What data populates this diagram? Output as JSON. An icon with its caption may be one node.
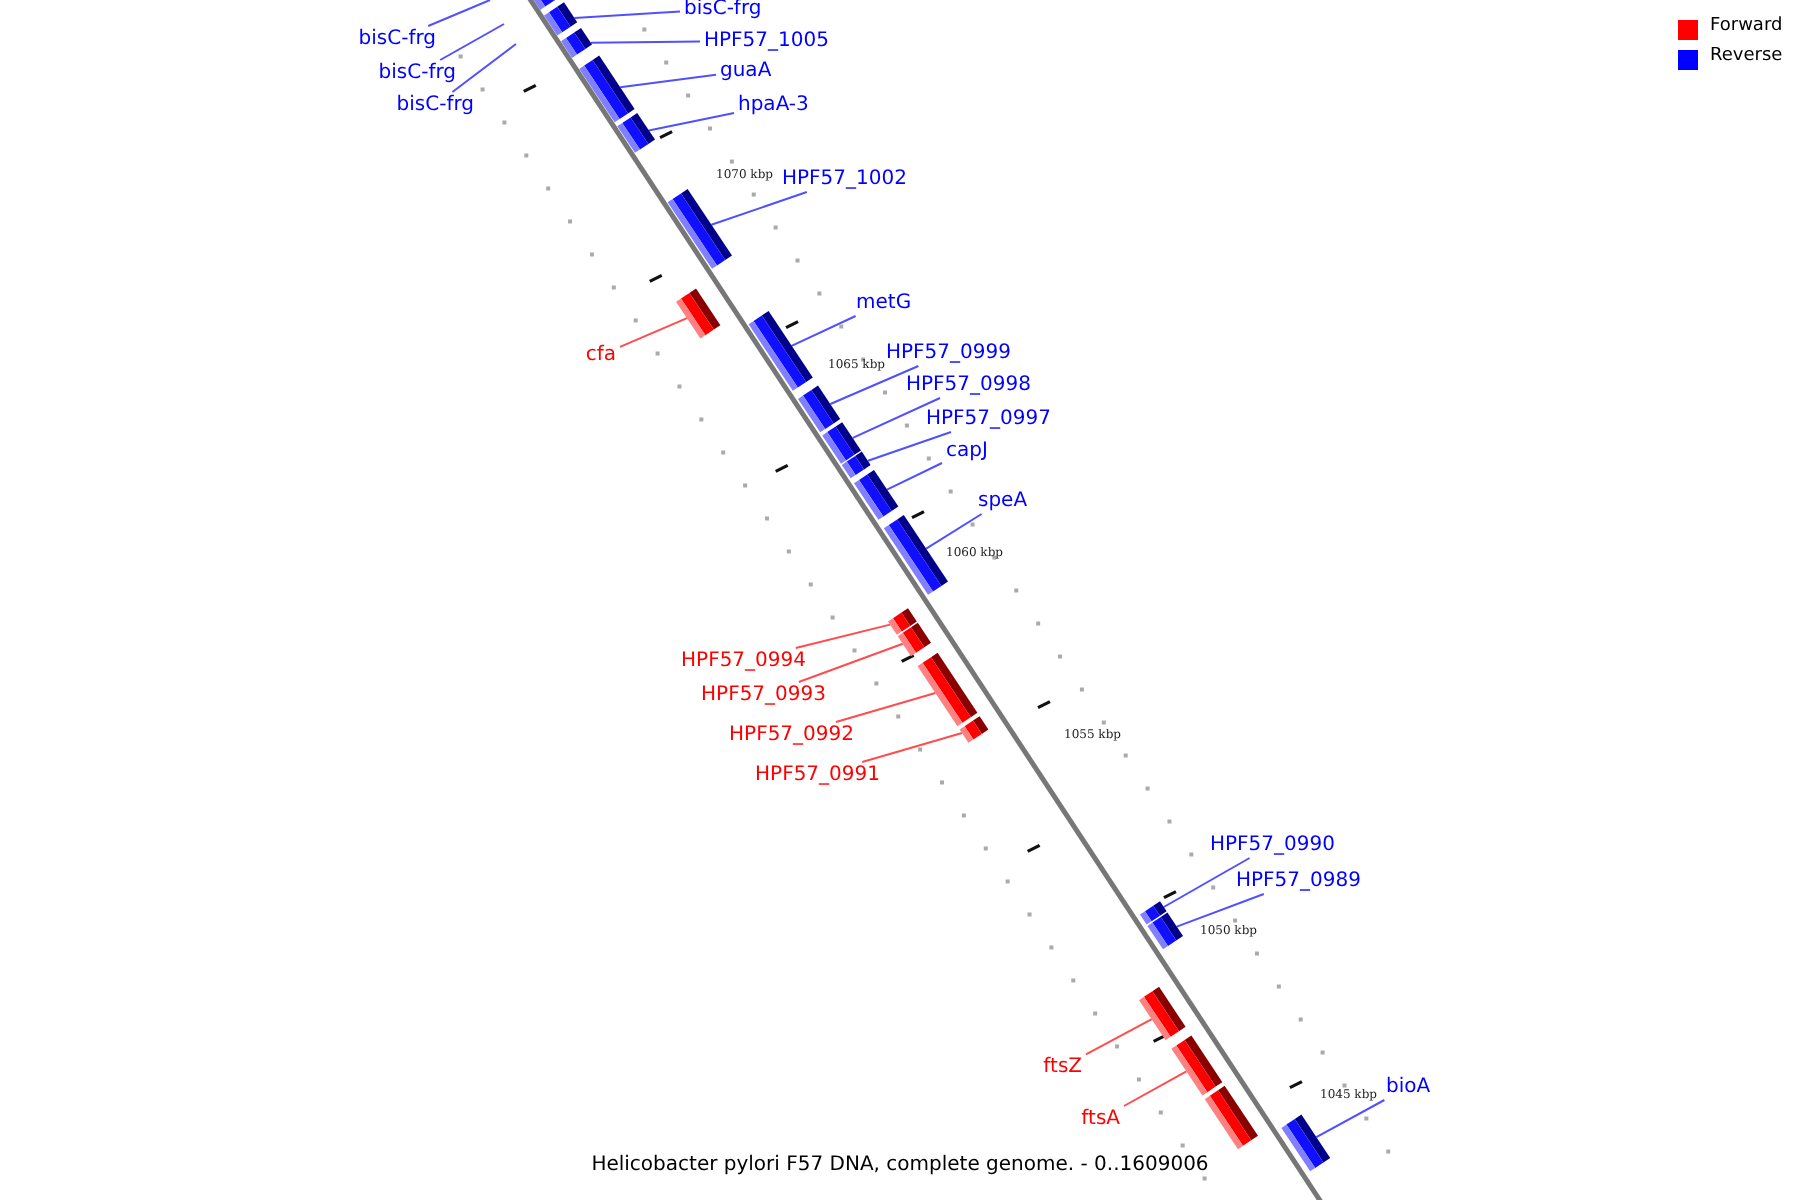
{
  "diagram": {
    "caption": "Helicobacter pylori F57 DNA, complete genome. - 0..1609006",
    "nodes": [
      {
        "text": [],
        "shape": "bar"
      },
      {
        "text": [
          "bisC-frg"
        ]
      },
      {
        "text": [],
        "shape": "bar"
      },
      {
        "text": [
          "bisC-frg"
        ]
      },
      {
        "text": [
          "HPF57_1005"
        ]
      },
      {
        "text": [],
        "shape": "bar"
      },
      {
        "text": [
          "bisC-frg"
        ]
      },
      {
        "text": [
          "guaA"
        ]
      },
      {
        "text": [],
        "shape": "bar"
      },
      {
        "text": [
          "bisC-frg"
        ]
      },
      {
        "text": [
          "hpaA-3"
        ]
      },
      {
        "text": [],
        "shape": "bar"
      },
      {
        "text": [
          "HPF57_1002"
        ]
      },
      {
        "text": [],
        "shape": "bar"
      },
      {
        "text": [
          "metG"
        ]
      },
      {
        "text": [],
        "shape": "bar"
      },
      {
        "text": [
          "cfa"
        ]
      },
      {
        "text": [],
        "shape": "bar"
      },
      {
        "text": [
          "HPF57_0999"
        ]
      },
      {
        "text": [],
        "shape": "bar"
      },
      {
        "text": [
          "HPF57_0998"
        ]
      },
      {
        "text": [],
        "shape": "bar"
      },
      {
        "text": [
          "HPF57_0997"
        ]
      },
      {
        "text": [],
        "shape": "bar"
      },
      {
        "text": [
          "capJ"
        ]
      },
      {
        "text": [],
        "shape": "bar"
      },
      {
        "text": [
          "speA"
        ]
      },
      {
        "text": [],
        "shape": "bar"
      },
      {
        "text": [
          "HPF57_0994"
        ]
      },
      {
        "text": [],
        "shape": "bar"
      },
      {
        "text": [
          "HPF57_0993"
        ]
      },
      {
        "text": [],
        "shape": "bar"
      },
      {
        "text": [
          "HPF57_0992"
        ]
      },
      {
        "text": [],
        "shape": "bar"
      },
      {
        "text": [
          "HPF57_0991"
        ]
      },
      {
        "text": [],
        "shape": "bar"
      },
      {
        "text": [
          "HPF57_0990"
        ]
      },
      {
        "text": [],
        "shape": "bar"
      },
      {
        "text": [
          "HPF57_0989"
        ]
      },
      {
        "text": [],
        "shape": "bar"
      },
      {
        "text": [
          "ftsZ"
        ]
      },
      {
        "text": [],
        "shape": "bar"
      },
      {
        "text": [
          "ftsA"
        ]
      },
      {
        "text": [],
        "shape": "bar"
      },
      {
        "text": [],
        "shape": "bar"
      },
      {
        "text": [
          "bioA"
        ]
      },
      {
        "text": [],
        "shape": "bar"
      }
    ],
    "edges": [
      {
        "from": 1,
        "to": 2,
        "arrow": "none"
      },
      {
        "from": 3,
        "to": null,
        "arrow": "none"
      },
      {
        "from": 4,
        "to": 5,
        "arrow": "none"
      },
      {
        "from": 6,
        "to": null,
        "arrow": "none"
      },
      {
        "from": 7,
        "to": 8,
        "arrow": "none"
      },
      {
        "from": 9,
        "to": null,
        "arrow": "none"
      },
      {
        "from": 10,
        "to": 11,
        "arrow": "none"
      },
      {
        "from": 12,
        "to": 13,
        "arrow": "none"
      },
      {
        "from": 14,
        "to": 15,
        "arrow": "none"
      },
      {
        "from": 16,
        "to": 17,
        "arrow": "none",
        "color": "#ff4c4c"
      },
      {
        "from": 18,
        "to": 19,
        "arrow": "none"
      },
      {
        "from": 20,
        "to": 21,
        "arrow": "none"
      },
      {
        "from": 22,
        "to": 23,
        "arrow": "none"
      },
      {
        "from": 24,
        "to": 25,
        "arrow": "none"
      },
      {
        "from": 26,
        "to": 27,
        "arrow": "none"
      },
      {
        "from": 28,
        "to": 29,
        "arrow": "none",
        "color": "#ff4c4c"
      },
      {
        "from": 30,
        "to": 31,
        "arrow": "none",
        "color": "#ff4c4c"
      },
      {
        "from": 32,
        "to": 33,
        "arrow": "none",
        "color": "#ff4c4c"
      },
      {
        "from": 34,
        "to": 35,
        "arrow": "none",
        "color": "#ff4c4c"
      },
      {
        "from": 36,
        "to": 37,
        "arrow": "none"
      },
      {
        "from": 38,
        "to": 39,
        "arrow": "none"
      },
      {
        "from": 40,
        "to": 41,
        "arrow": "none",
        "color": "#ff4c4c"
      },
      {
        "from": 42,
        "to": 43,
        "arrow": "none",
        "color": "#ff4c4c"
      },
      {
        "from": 45,
        "to": 46,
        "arrow": "none"
      }
    ],
    "labels": [
      "1070 kbp",
      "1065 kbp",
      "1060 kbp",
      "1055 kbp",
      "1050 kbp",
      "1045 kbp"
    ],
    "legend": [
      {
        "text": "Forward",
        "color": "#ff0000"
      },
      {
        "text": "Reverse",
        "color": "#0000ff"
      }
    ]
  }
}
